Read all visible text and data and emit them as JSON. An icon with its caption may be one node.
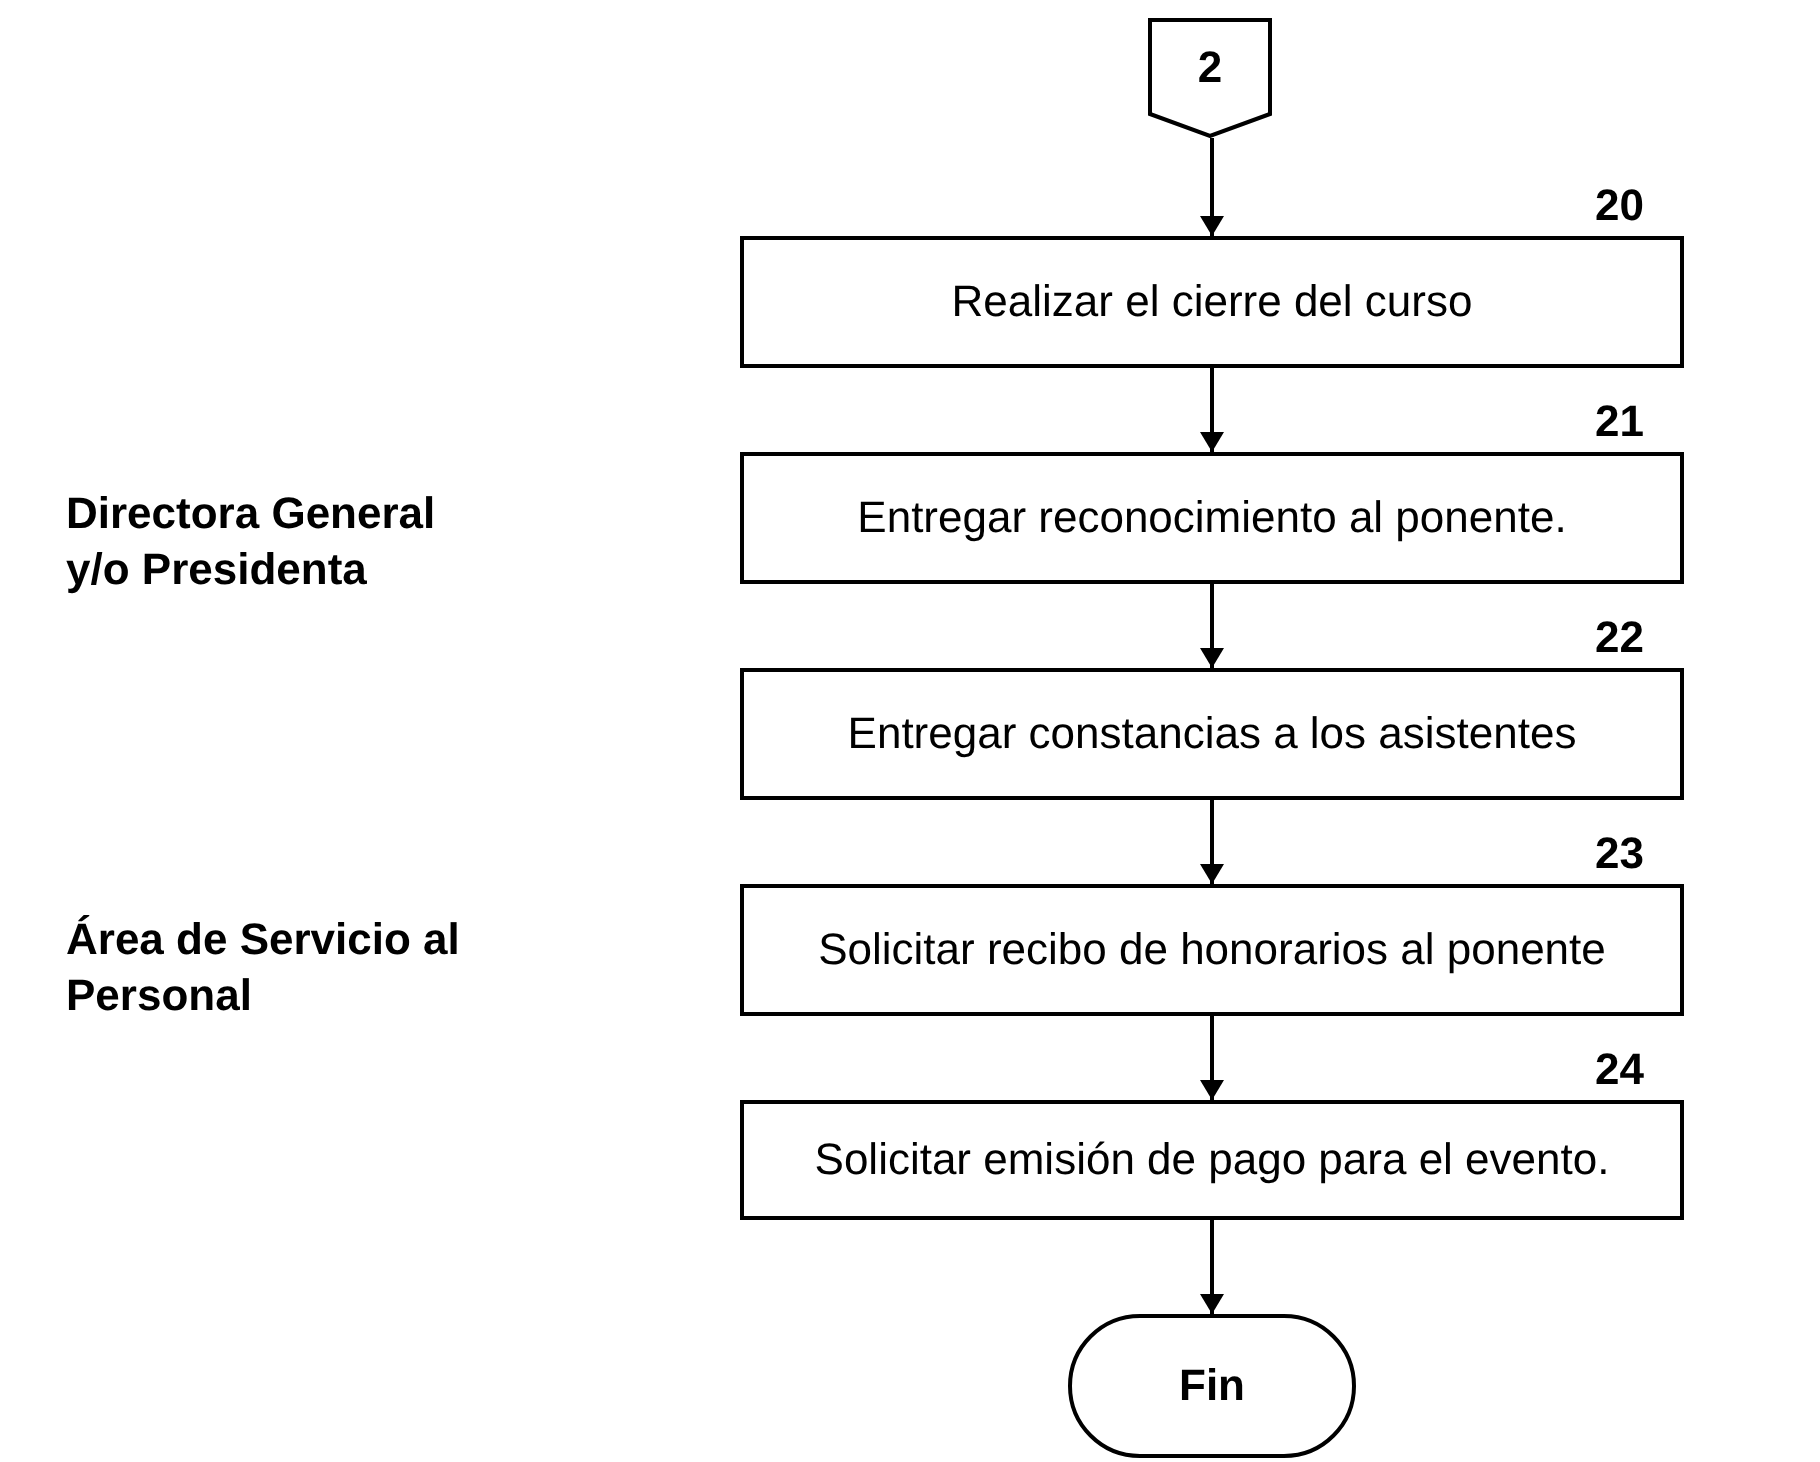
{
  "diagram": {
    "nodes": [
      {
        "text": [
          "2"
        ]
      },
      {
        "text": [
          "Realizar el cierre del curso"
        ],
        "beside": [
          "20"
        ]
      },
      {
        "text": [
          "Entregar reconocimiento al ponente."
        ],
        "beside": [
          "21"
        ]
      },
      {
        "text": [
          "Entregar constancias a los asistentes"
        ],
        "beside": [
          "22"
        ]
      },
      {
        "text": [
          "Solicitar recibo de honorarios al ponente"
        ],
        "beside": [
          "23"
        ]
      },
      {
        "text": [
          "Solicitar emisión de pago para el evento."
        ],
        "beside": [
          "24"
        ]
      },
      {
        "text": [
          "Fin"
        ]
      }
    ],
    "edges": [
      {
        "from": 0,
        "to": 1,
        "arrow": "to"
      },
      {
        "from": 1,
        "to": 2,
        "arrow": "to"
      },
      {
        "from": 2,
        "to": 3,
        "arrow": "to"
      },
      {
        "from": 3,
        "to": 4,
        "arrow": "to"
      },
      {
        "from": 4,
        "to": 5,
        "arrow": "to"
      },
      {
        "from": 5,
        "to": 6,
        "arrow": "to"
      }
    ],
    "labels": [
      "Directora General y/o Presidenta",
      "Área de Servicio al Personal"
    ]
  }
}
